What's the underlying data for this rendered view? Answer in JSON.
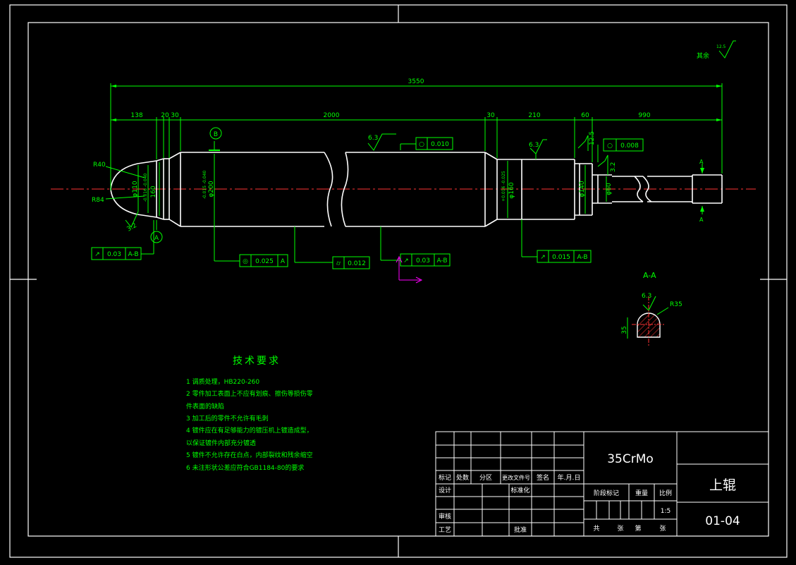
{
  "colors": {
    "background": "#000000",
    "outline": "#ffffff",
    "dimension": "#00ff00",
    "centerline": "#ff3333",
    "ucs": "#ff00ff",
    "hatch": "#ff3333"
  },
  "roughness": {
    "general": "12.5",
    "general_prefix": "其余",
    "r1": "6.3",
    "r2": "3.2",
    "r3": "6.3",
    "r4": "12.5",
    "r5": "3.2",
    "section": "6.3"
  },
  "dims": {
    "overall": "3550",
    "d138": "138",
    "d20": "20",
    "d30a": "30",
    "d2000": "2000",
    "d30b": "30",
    "d210": "210",
    "d60": "60",
    "d990": "990",
    "r40": "R40",
    "r84": "R84",
    "phi110": "φ110",
    "phi160a": "160",
    "phi160a_tol": "-0.016  -0.040",
    "phi200": "φ200",
    "phi200_tol": "-0.015  -0.040",
    "phi160b": "φ160",
    "phi160b_tol": "+0.016  -0.025",
    "phi140": "φ140",
    "phi60": "φ60",
    "section_r": "R35",
    "section_h": "35"
  },
  "datums": {
    "a": "A",
    "b": "B",
    "section_mark": "A",
    "section_label": "A-A"
  },
  "tolerances": {
    "t1_sym": "↗",
    "t1_val": "0.03",
    "t1_ref": "A-B",
    "t2_sym": "◎",
    "t2_val": "0.025",
    "t2_ref": "A",
    "t3_sym": "⌭",
    "t3_val": "0.012",
    "t4_sym": "↗",
    "t4_val": "0.03",
    "t4_ref": "A-B",
    "t5_sym": "↗",
    "t5_val": "0.015",
    "t5_ref": "A-B",
    "t6_sym": "○",
    "t6_val": "0.010",
    "t7_sym": "○",
    "t7_val": "0.008"
  },
  "notes": {
    "title": "技术要求",
    "lines": [
      "1 调质处理，HB220-260",
      "2 零件加工表面上不应有划痕、擦伤等损伤零",
      "件表面的缺陷",
      "3 加工后的零件不允许有毛刺",
      "4 镀件应在有足够能力的镀压机上镀造成型，",
      "以保证镀件内部充分镀透",
      "5 镀件不允许存在白点，内部裂纹和残余缩空",
      "6 未注形状公差应符合GB1184-80的要求"
    ]
  },
  "title_block": {
    "material": "35CrMo",
    "part_name": "上辊",
    "drawing_no": "01-04",
    "h_mark": "标记",
    "h_count": "处数",
    "h_zone": "分区",
    "h_change": "更改文件号",
    "h_sign": "签名",
    "h_date": "年.月.日",
    "design": "设计",
    "standard": "标准化",
    "check": "审核",
    "process": "工艺",
    "approve": "批准",
    "stage_mark": "阶段标记",
    "weight": "重量",
    "scale": "比例",
    "scale_value": "1:5",
    "sheets_total": "共",
    "sheets_total_unit": "张",
    "sheet_no": "第",
    "sheet_no_unit": "张"
  }
}
